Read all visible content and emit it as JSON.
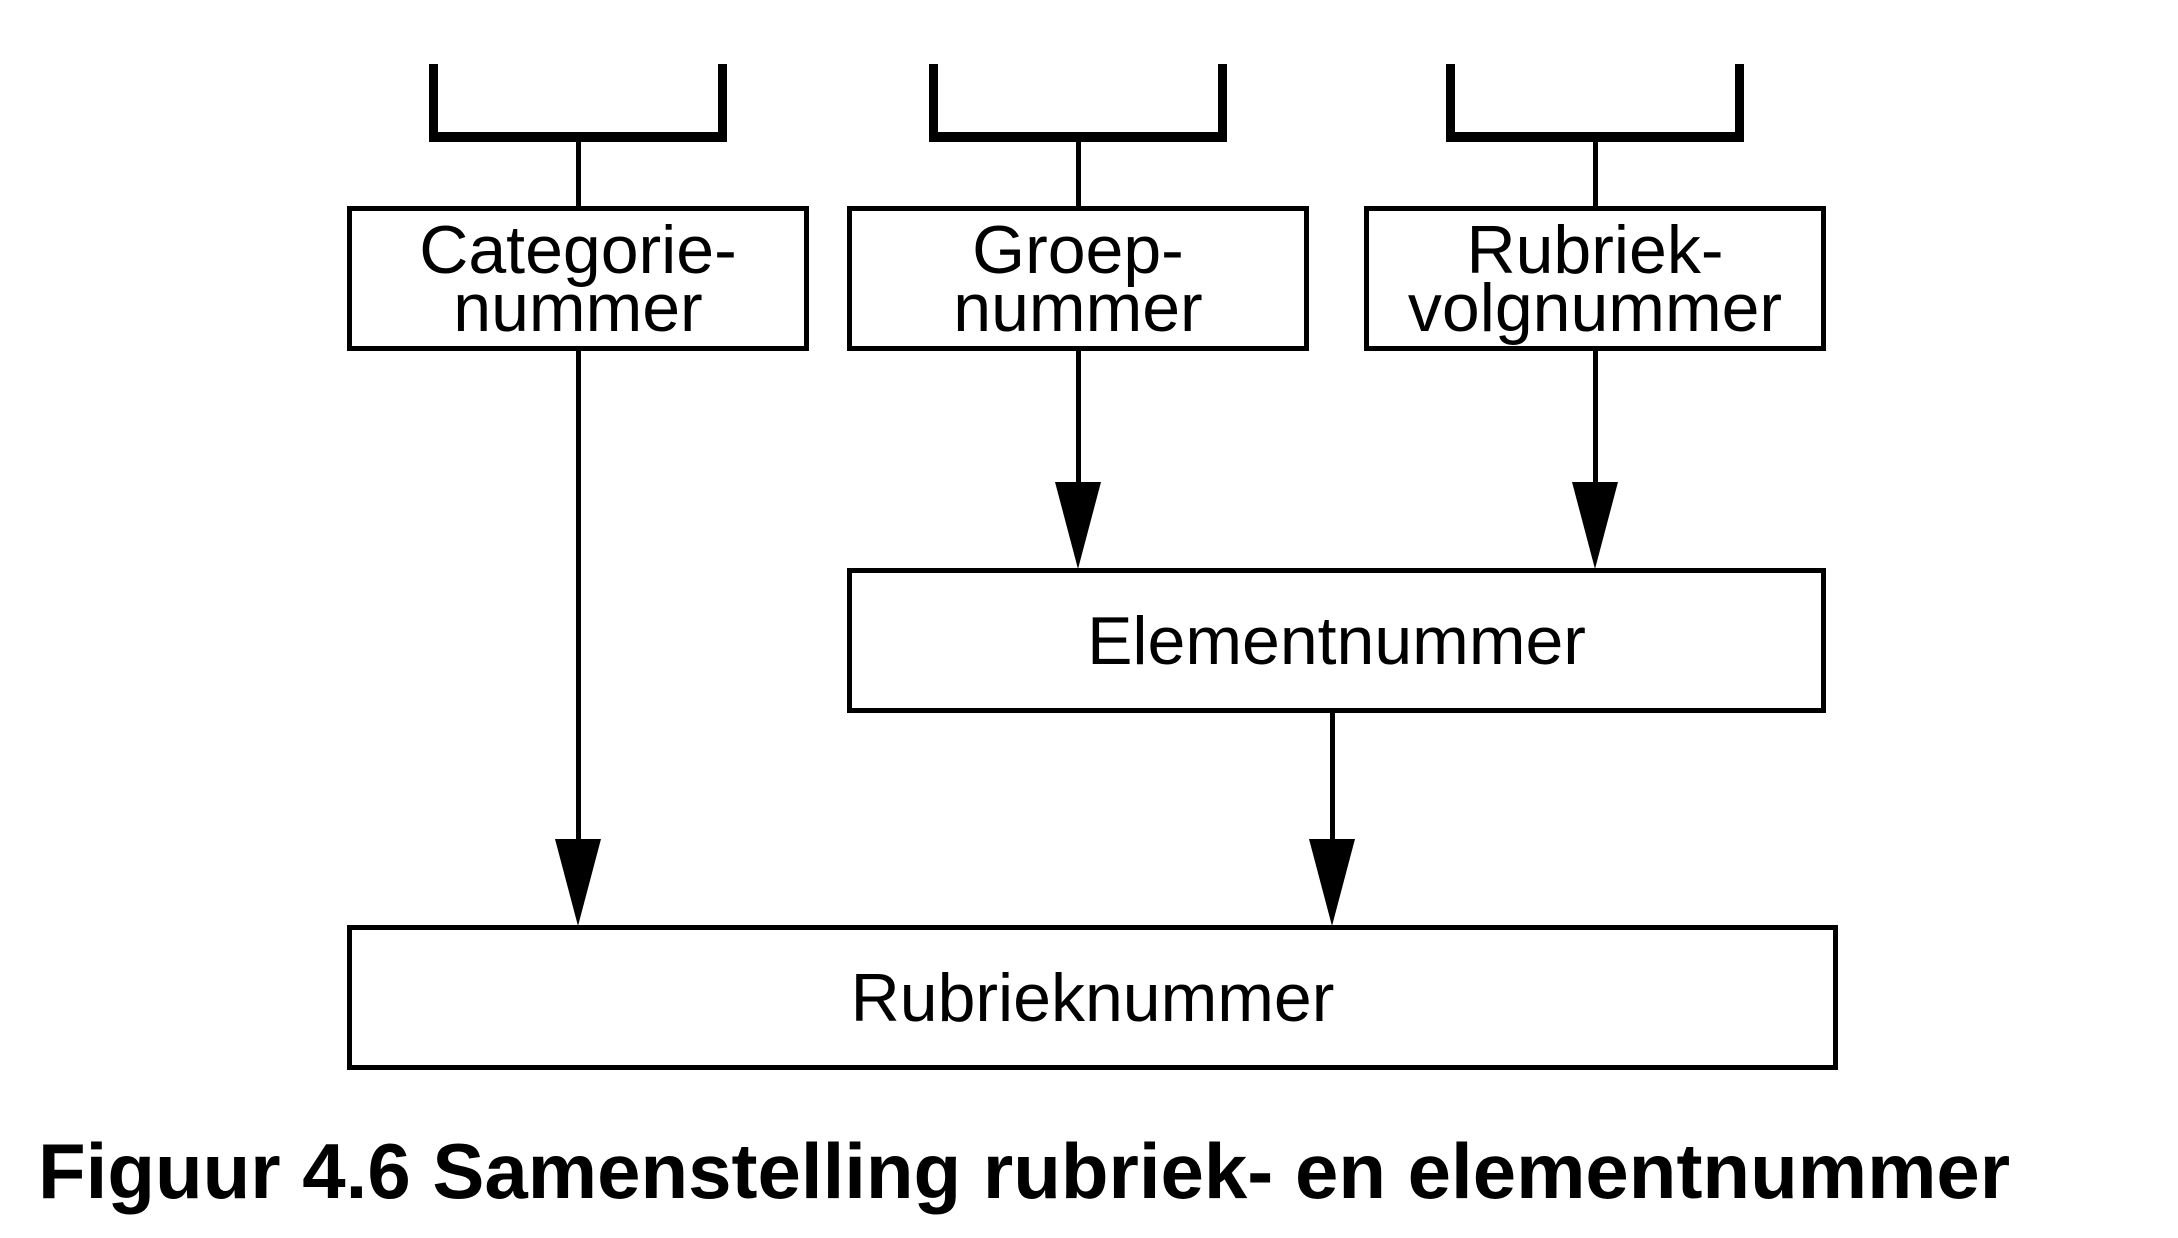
{
  "colors": {
    "ink": "#000000",
    "paper": "#ffffff"
  },
  "diagram": {
    "top_row": [
      {
        "label": "Categorie-\nnummer"
      },
      {
        "label": "Groep-\nnummer"
      },
      {
        "label": "Rubriek-\nvolgnummer"
      }
    ],
    "element_box": {
      "label": "Elementnummer"
    },
    "rubriek_box": {
      "label": "Rubrieknummer"
    }
  },
  "caption": {
    "text": "Figuur 4.6 Samenstelling rubriek- en elementnummer"
  }
}
